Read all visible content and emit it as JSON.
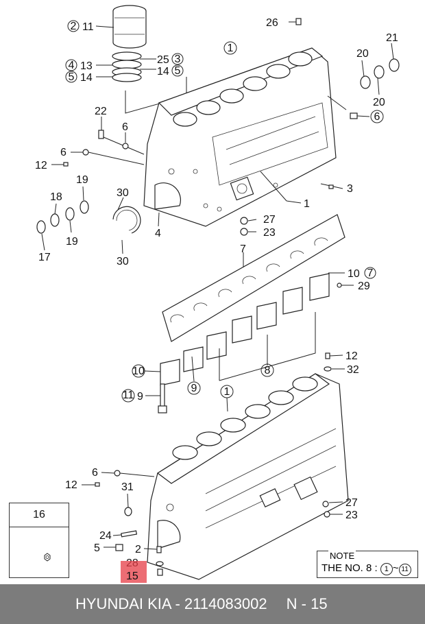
{
  "labels": {
    "l11": "11",
    "l11c": "2",
    "l26": "26",
    "l1a": "1",
    "l21": "21",
    "l20a": "20",
    "l20b": "20",
    "l25": "25",
    "l25c": "3",
    "l13": "13",
    "l13c": "4",
    "l14a": "14",
    "l14ac": "5",
    "l14b": "14",
    "l14bc": "5",
    "l22": "22",
    "l6a": "6",
    "l6b": "6",
    "l6c": "6",
    "l6d": "6",
    "l12a": "12",
    "l12b": "12",
    "l12c": "12",
    "l19a": "19",
    "l19b": "19",
    "l18": "18",
    "l17": "17",
    "l30a": "30",
    "l30b": "30",
    "l4": "4",
    "l3": "3",
    "l1b": "1",
    "l27a": "27",
    "l27b": "27",
    "l23a": "23",
    "l23b": "23",
    "l7": "7",
    "l10a": "10",
    "l10ac": "7",
    "l29": "29",
    "l32": "32",
    "l10b": "10",
    "l8": "8",
    "l9": "9",
    "l11b": "11",
    "l9b": "9",
    "l1c": "1",
    "l31": "31",
    "l24": "24",
    "l5": "5",
    "l2": "2",
    "l28": "28",
    "l15": "15"
  },
  "legend_box": {
    "label": "16"
  },
  "note": {
    "title": "NOTE",
    "text": "THE NO. 8 :",
    "range_from": "1",
    "range_sep": "~",
    "range_to": "11"
  },
  "footer": {
    "brand": "HYUNDAI  KIA - 2114083002",
    "page": "N - 15"
  },
  "highlight": {
    "label": "15",
    "color": "#e63c46"
  }
}
